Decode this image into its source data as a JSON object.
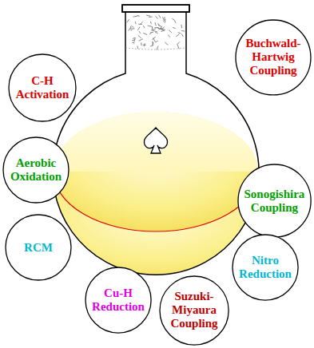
{
  "diagram": {
    "nodes": [
      {
        "text": [
          "C-H Activation"
        ]
      },
      {
        "text": [
          "Buchwald-Hartwig Coupling"
        ]
      },
      {
        "text": [
          "Aerobic Oxidation"
        ]
      },
      {
        "text": [
          "Sonogishira Coupling"
        ]
      },
      {
        "text": [
          "RCM"
        ]
      },
      {
        "text": [
          "Nitro Reduction"
        ]
      },
      {
        "text": [
          "Cu-H Reduction"
        ]
      },
      {
        "text": [
          "Suzuki-Miyaura Coupling"
        ]
      }
    ]
  }
}
